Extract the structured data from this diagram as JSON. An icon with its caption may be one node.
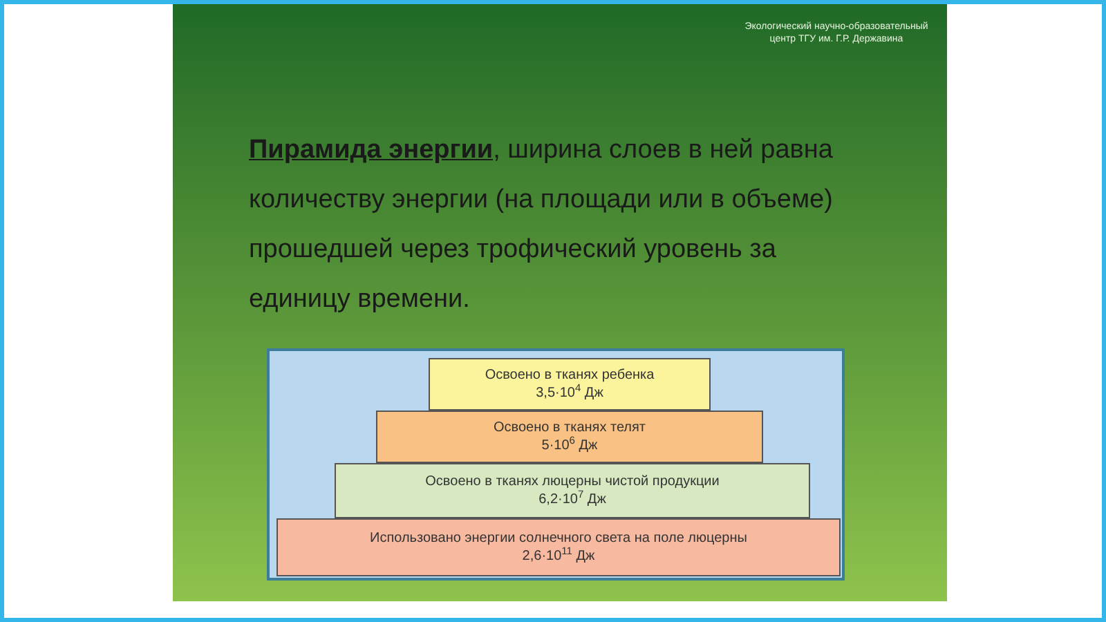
{
  "diagram": {
    "nodes": [
      {
        "text": [
          "Освоено в тканях ребенка",
          "3,5·10$^{4}$ Дж"
        ]
      },
      {
        "text": [
          "Освоено в тканях телят",
          "5·10$^{6}$ Дж"
        ]
      },
      {
        "text": [
          "Освоено в тканях люцерны чистой продукции",
          "6,2·10$^{7}$ Дж"
        ]
      },
      {
        "text": [
          "Использовано энергии солнечного света на поле люцерны",
          "2,6·10$^{11}$ Дж"
        ]
      }
    ],
    "labels": [
      "Экологический научно-образовательный центр ТГУ им. Г.Р. Державина",
      "**Пирамида энергии**, ширина слоев в ней равна количеству энергии (на площади или в объеме) прошедшей через трофический уровень за единицу времени."
    ]
  }
}
